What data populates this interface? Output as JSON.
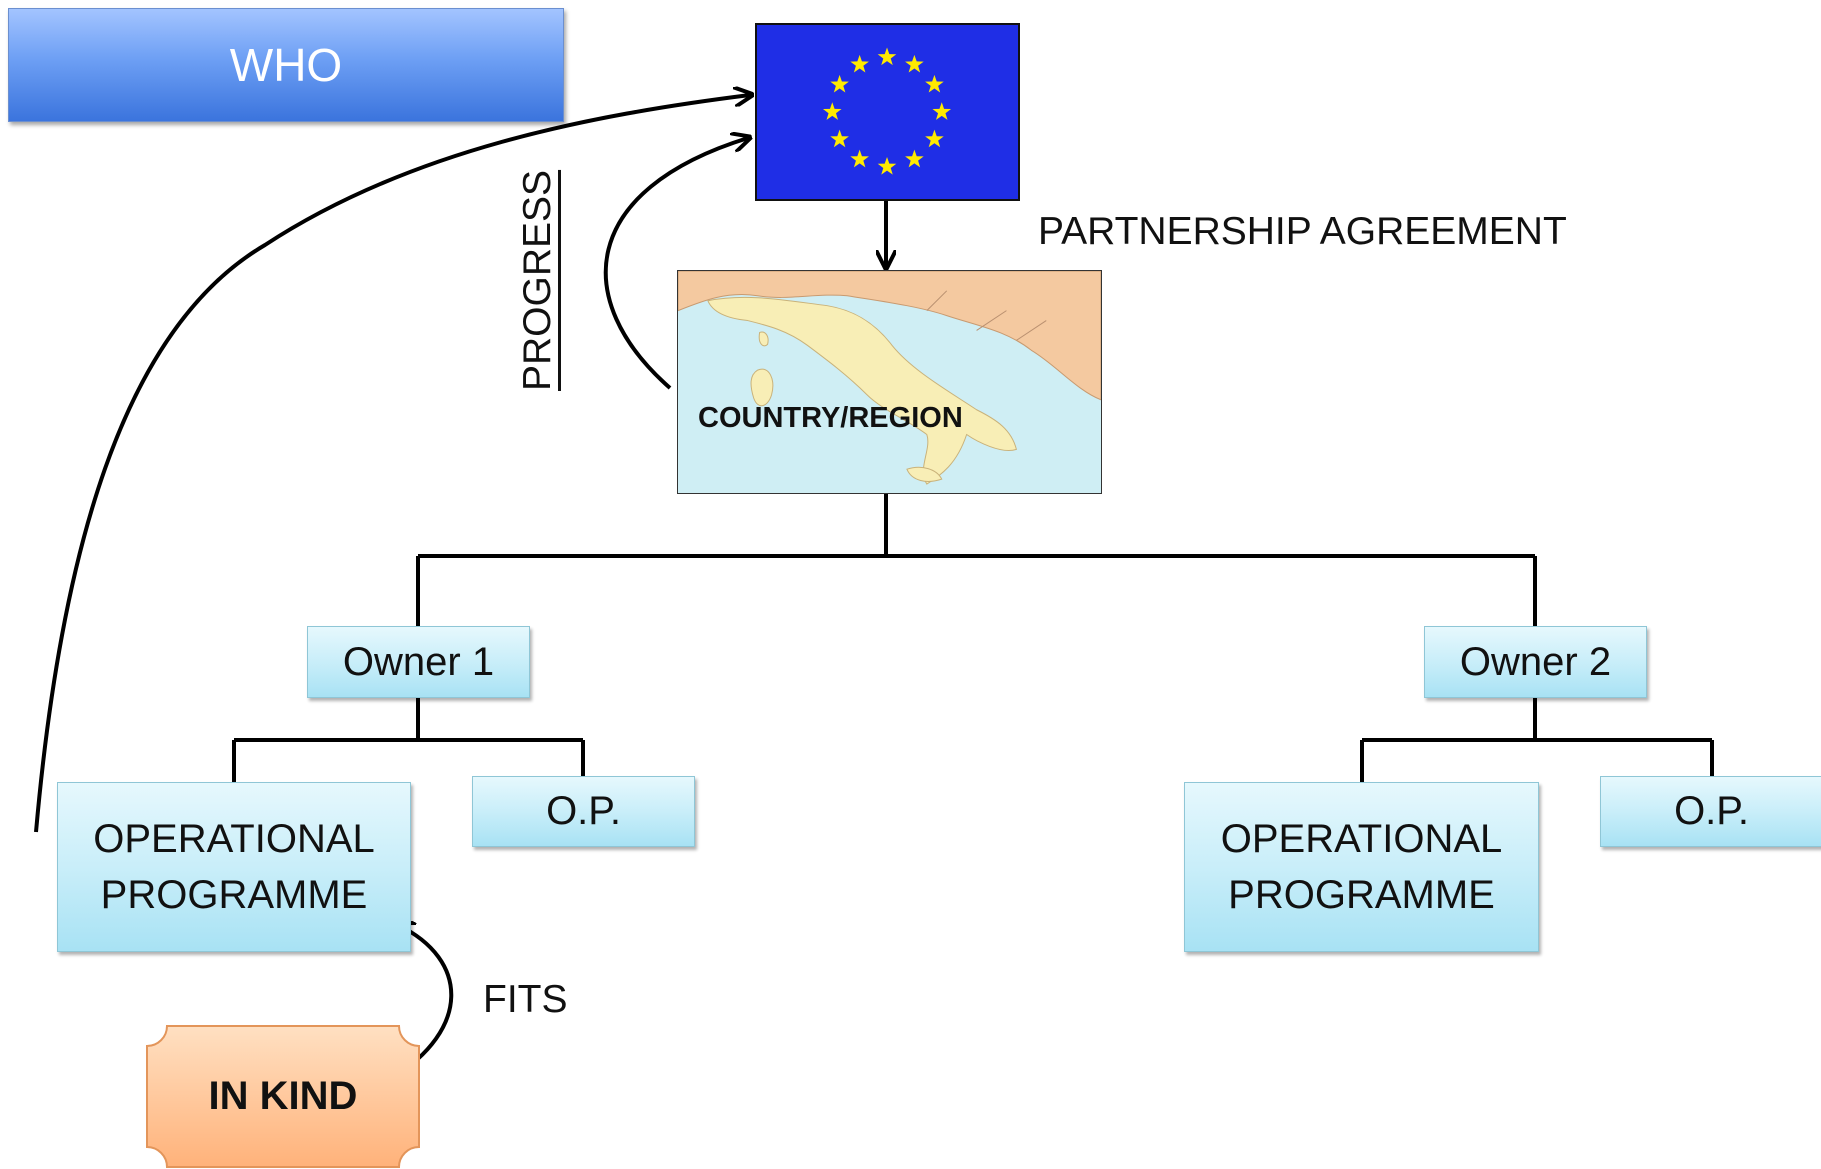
{
  "header": {
    "title": "WHO"
  },
  "top_node": {
    "icon": "eu-flag-icon"
  },
  "edge_labels": {
    "partnership": "PARTNERSHIP AGREEMENT",
    "progress": "PROGRESS",
    "fits": "FITS"
  },
  "country_node": {
    "label": "COUNTRY/REGION"
  },
  "owners": [
    {
      "label": "Owner 1"
    },
    {
      "label": "Owner 2"
    }
  ],
  "programmes": [
    {
      "label": "OPERATIONAL PROGRAMME"
    },
    {
      "label": "O.P."
    },
    {
      "label": "OPERATIONAL PROGRAMME"
    },
    {
      "label": "O.P."
    }
  ],
  "inkind": {
    "label": "IN KIND"
  },
  "colors": {
    "header": "#3b74dd",
    "node_fill": "#c9eef9",
    "inkind_fill": "#ffc89a",
    "flag_blue": "#1f2ee6",
    "flag_star": "#ffea00"
  }
}
